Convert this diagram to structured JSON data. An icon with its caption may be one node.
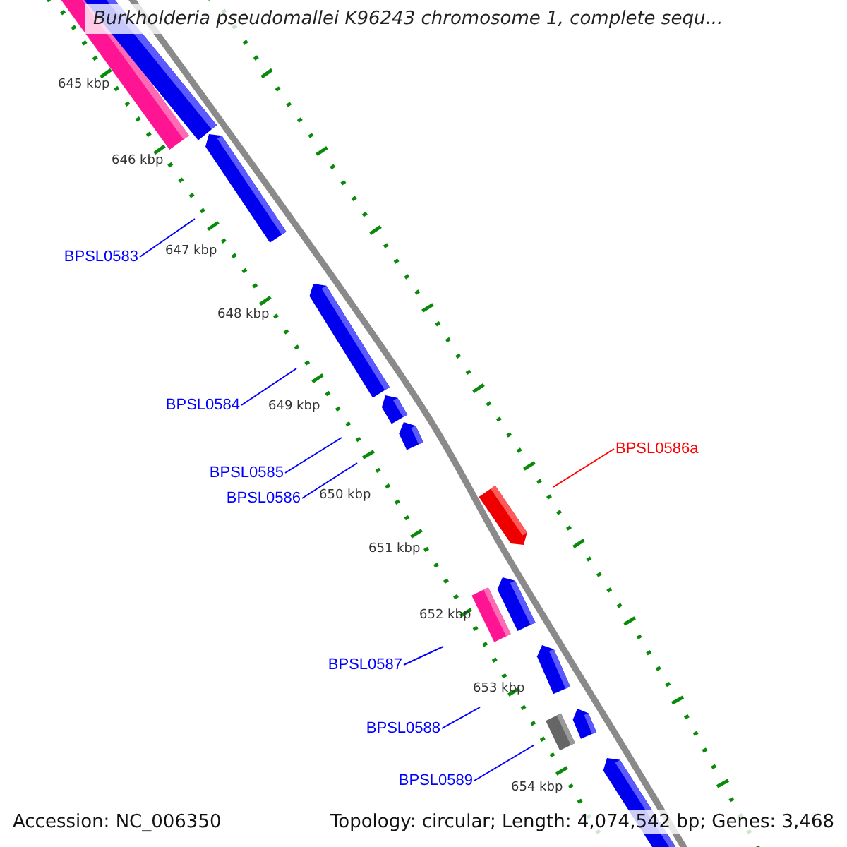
{
  "diagram": {
    "title": "Burkholderia pseudomallei K96243 chromosome 1, complete sequ...",
    "nodes": [
      {
        "text": [
          "BPSL0583"
        ]
      },
      {
        "text": [
          "BPSL0584"
        ]
      },
      {
        "text": [
          "BPSL0585"
        ]
      },
      {
        "text": [
          "BPSL0586"
        ]
      },
      {
        "text": [
          "BPSL0586a"
        ]
      },
      {
        "text": [
          "BPSL0587"
        ]
      },
      {
        "text": [
          "BPSL0588"
        ]
      },
      {
        "text": [
          "BPSL0589"
        ]
      }
    ],
    "edges": [
      {
        "from": 0,
        "to": null,
        "arrow": "none"
      },
      {
        "from": 1,
        "to": null,
        "arrow": "none"
      },
      {
        "from": 2,
        "to": null,
        "arrow": "none"
      },
      {
        "from": 3,
        "to": null,
        "arrow": "none"
      },
      {
        "from": 4,
        "to": null,
        "arrow": "none",
        "color": "#ff0000"
      },
      {
        "from": 5,
        "to": null,
        "arrow": "none"
      },
      {
        "from": 6,
        "to": null,
        "arrow": "none"
      },
      {
        "from": 7,
        "to": null,
        "arrow": "none"
      }
    ],
    "labels": [
      "645 kbp",
      "646 kbp",
      "647 kbp",
      "648 kbp",
      "649 kbp",
      "650 kbp",
      "651 kbp",
      "652 kbp",
      "653 kbp",
      "654 kbp",
      "Accession: NC_006350",
      "Topology: circular; Length: 4,074,542 bp; Genes: 3,468"
    ]
  }
}
